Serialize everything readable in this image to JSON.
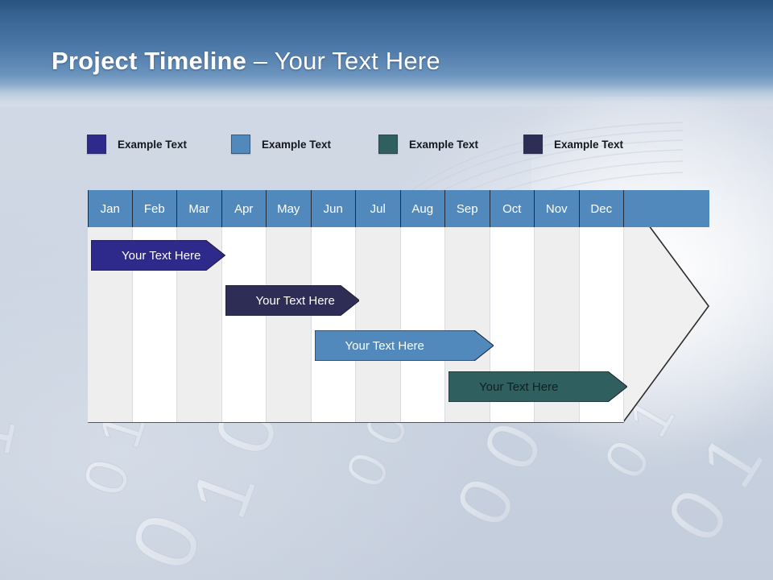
{
  "slide": {
    "title_strong": "Project Timeline",
    "title_light": " – Your Text Here"
  },
  "legend": {
    "items": [
      {
        "label": "Example Text",
        "color": "#2e2a8c",
        "x": 108
      },
      {
        "label": "Example Text",
        "color": "#5189bd",
        "x": 287
      },
      {
        "label": "Example Text",
        "color": "#2f5f5e",
        "x": 470
      },
      {
        "label": "Example Text",
        "color": "#2e2d55",
        "x": 650
      }
    ]
  },
  "chart_data": {
    "type": "bar",
    "title": "Project Timeline",
    "xlabel": "",
    "ylabel": "",
    "orientation": "horizontal",
    "categories": [
      "Jan",
      "Feb",
      "Mar",
      "Apr",
      "May",
      "Jun",
      "Jul",
      "Aug",
      "Sep",
      "Oct",
      "Nov",
      "Dec"
    ],
    "grid": true,
    "legend_position": "top",
    "series": [
      {
        "name": "Example Text",
        "label": "Your  Text Here",
        "color": "#2e2a8c",
        "text_color": "#ffffff",
        "start_month": 1,
        "end_month": 4,
        "row": 0
      },
      {
        "name": "Example Text",
        "label": "Your  Text Here",
        "color": "#2e2d55",
        "text_color": "#ffffff",
        "start_month": 4,
        "end_month": 7,
        "row": 1
      },
      {
        "name": "Example Text",
        "label": "Your  Text Here",
        "color": "#5189bd",
        "text_color": "#ffffff",
        "start_month": 6,
        "end_month": 10,
        "row": 2
      },
      {
        "name": "Example Text",
        "label": "Your  Text Here",
        "color": "#2f5f5e",
        "text_color": "#102020",
        "start_month": 9,
        "end_month": 13,
        "row": 3
      }
    ]
  },
  "colors": {
    "header_band": "#5189bd",
    "chart_fill": "#f0f0f0",
    "chart_stroke": "#2b2b2b",
    "stripe_light": "#eeeeee",
    "stripe_white": "#ffffff",
    "title_text": "#ffffff"
  }
}
